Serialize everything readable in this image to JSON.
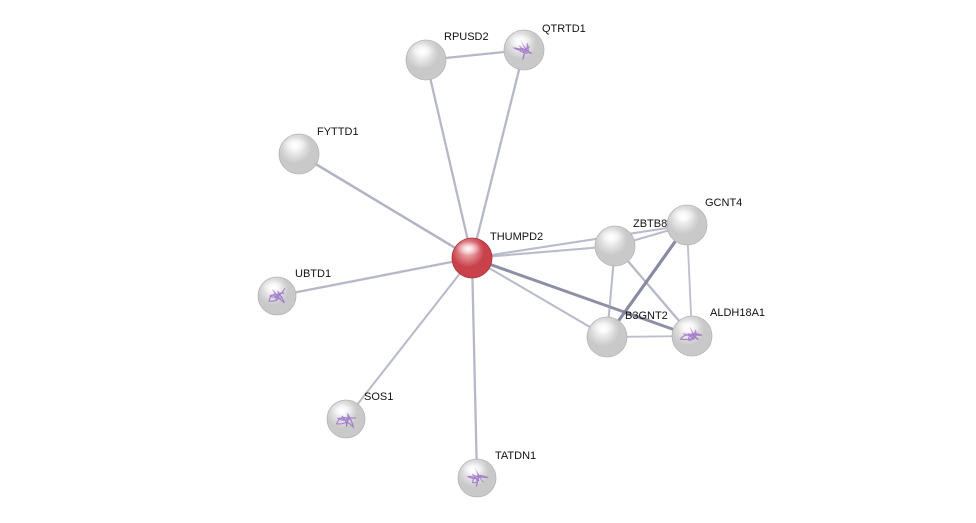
{
  "network": {
    "colors": {
      "query_node": "#c8414b",
      "query_node_light": "#f7c2c4",
      "node": "#c9c9c9",
      "node_light": "#ffffff",
      "structure": "#9b6fc9",
      "edge": "#9d9fb4",
      "edge_strong": "#7c7f98",
      "label": "#111111"
    },
    "nodes": [
      {
        "id": "THUMPD2",
        "label": "THUMPD2",
        "query": true,
        "structure": false
      },
      {
        "id": "RPUSD2",
        "label": "RPUSD2",
        "query": false,
        "structure": false
      },
      {
        "id": "QTRTD1",
        "label": "QTRTD1",
        "query": false,
        "structure": true
      },
      {
        "id": "FYTTD1",
        "label": "FYTTD1",
        "query": false,
        "structure": false
      },
      {
        "id": "UBTD1",
        "label": "UBTD1",
        "query": false,
        "structure": true
      },
      {
        "id": "SOS1",
        "label": "SOS1",
        "query": false,
        "structure": true
      },
      {
        "id": "TATDN1",
        "label": "TATDN1",
        "query": false,
        "structure": true
      },
      {
        "id": "ZBTB8",
        "label": "ZBTB8",
        "query": false,
        "structure": false
      },
      {
        "id": "GCNT4",
        "label": "GCNT4",
        "query": false,
        "structure": false
      },
      {
        "id": "B3GNT2",
        "label": "B3GNT2",
        "query": false,
        "structure": false
      },
      {
        "id": "ALDH18A1",
        "label": "ALDH18A1",
        "query": false,
        "structure": true
      }
    ],
    "edges": [
      {
        "source": "RPUSD2",
        "target": "QTRTD1",
        "strength": 0.5
      },
      {
        "source": "THUMPD2",
        "target": "RPUSD2",
        "strength": 0.5
      },
      {
        "source": "THUMPD2",
        "target": "QTRTD1",
        "strength": 0.5
      },
      {
        "source": "THUMPD2",
        "target": "FYTTD1",
        "strength": 0.6
      },
      {
        "source": "THUMPD2",
        "target": "UBTD1",
        "strength": 0.5
      },
      {
        "source": "THUMPD2",
        "target": "SOS1",
        "strength": 0.4
      },
      {
        "source": "THUMPD2",
        "target": "TATDN1",
        "strength": 0.5
      },
      {
        "source": "THUMPD2",
        "target": "ZBTB8",
        "strength": 0.4
      },
      {
        "source": "THUMPD2",
        "target": "GCNT4",
        "strength": 0.4
      },
      {
        "source": "THUMPD2",
        "target": "B3GNT2",
        "strength": 0.4
      },
      {
        "source": "THUMPD2",
        "target": "ALDH18A1",
        "strength": 0.8
      },
      {
        "source": "ZBTB8",
        "target": "GCNT4",
        "strength": 0.4
      },
      {
        "source": "ZBTB8",
        "target": "B3GNT2",
        "strength": 0.4
      },
      {
        "source": "ZBTB8",
        "target": "ALDH18A1",
        "strength": 0.5
      },
      {
        "source": "GCNT4",
        "target": "B3GNT2",
        "strength": 0.9
      },
      {
        "source": "GCNT4",
        "target": "ALDH18A1",
        "strength": 0.3
      },
      {
        "source": "B3GNT2",
        "target": "ALDH18A1",
        "strength": 0.3
      }
    ]
  }
}
